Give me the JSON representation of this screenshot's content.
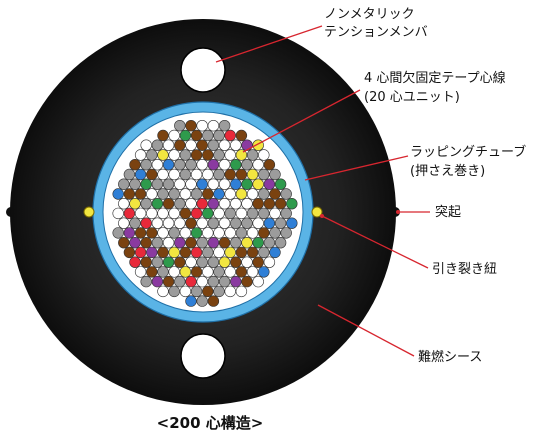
{
  "labels": {
    "tension_member_line1": "ノンメタリック",
    "tension_member_line2": "テンションメンバ",
    "ribbon_line1": "4 心間欠固定テープ心線",
    "ribbon_line2": "(20 心ユニット)",
    "wrapping_line1": "ラッピングチューブ",
    "wrapping_line2": "(押さえ巻き)",
    "protrusion": "突起",
    "ripcord": "引き裂き紐",
    "sheath": "難燃シース"
  },
  "caption": "<200 心構造>",
  "colors": {
    "sheath": "#1a1a1a",
    "wrapping_tube": "#5ab4e6",
    "leader_line": "#d7262f",
    "ripcord": "#f2e640",
    "fiber_palette": [
      "#ffffff",
      "#9c9c9c",
      "#7a4210",
      "#2f7fd6",
      "#e8293a",
      "#2e9a4c",
      "#8a3aa0",
      "#f2e640"
    ]
  }
}
